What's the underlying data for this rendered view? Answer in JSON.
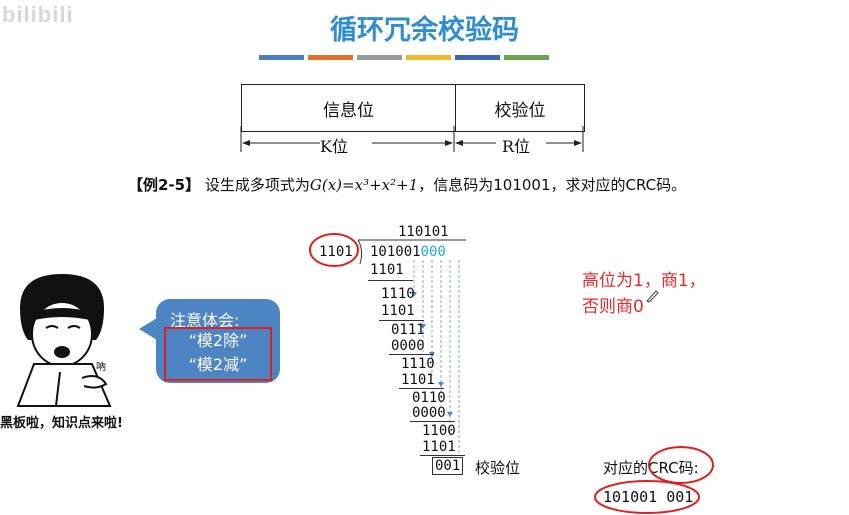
{
  "watermark": "bilibili",
  "title": "循环冗余校验码",
  "colors": [
    "#4a7fc1",
    "#e6702a",
    "#9a9a9a",
    "#f1b92a",
    "#3f66b5",
    "#6aa84f"
  ],
  "frame": {
    "info_label": "信息位",
    "check_label": "校验位",
    "k_label": "K位",
    "r_label": "R位"
  },
  "example": {
    "tag": "【例2-5】",
    "text_before": " 设生成多项式为",
    "poly": "G(x)=x³+x²+1",
    "text_after": "，信息码为101001，求对应的CRC码。"
  },
  "division": {
    "quotient": "110101",
    "divisor": "1101",
    "dividend": "101001",
    "appended_zeros": "000",
    "steps": [
      "1101",
      "1110",
      "1101",
      "0111",
      "0000",
      "1110",
      "1101",
      "0110",
      "0000",
      "1100",
      "1101"
    ],
    "remainder": "001",
    "remainder_label": "校验位"
  },
  "rule_note": [
    "高位为1，商1，",
    "否则商0"
  ],
  "bubble": {
    "title": "注意体会:",
    "items": [
      "“模2除”",
      "“模2减”"
    ]
  },
  "result": {
    "label": "对应的CRC码:",
    "value": "101001 001"
  },
  "meme_caption": "黑板啦，知识点来啦!"
}
